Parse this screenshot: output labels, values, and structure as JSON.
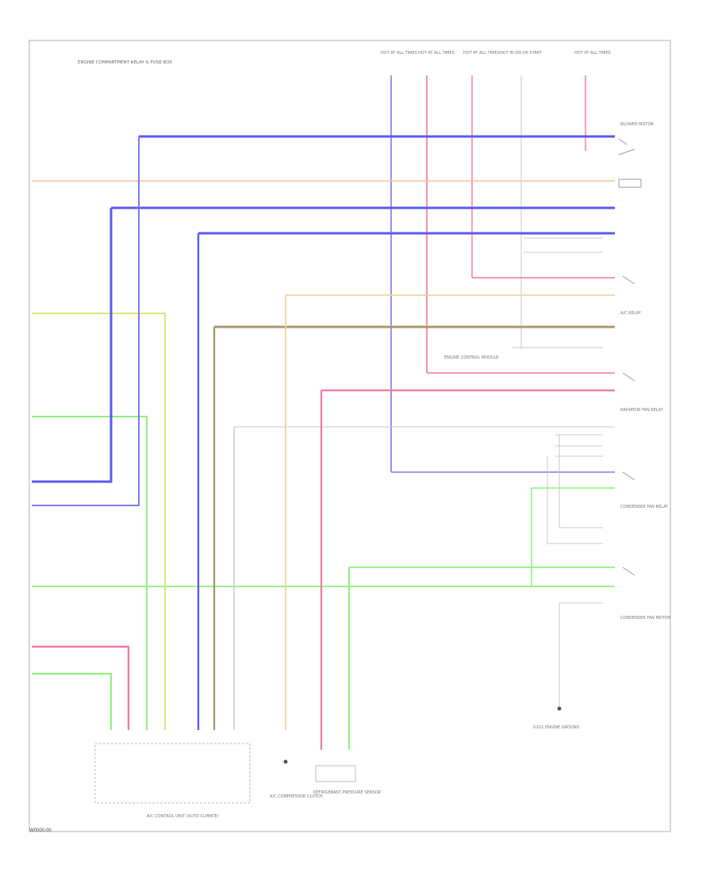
{
  "diagram": {
    "page_label": "W0000-00",
    "blocks": {
      "top_left": "ENGINE COMPARTMENT RELAY & FUSE BOX",
      "bottom_left": "A/C CONTROL UNIT (AUTO CLIMATE)",
      "mid_left": "A/C COMPRESSOR CLUTCH",
      "mid_center": "REFRIGERANT PRESSURE SENSOR",
      "right_1": "BLOWER MOTOR",
      "right_2": "A/C RELAY",
      "right_3": "RADIATOR FAN RELAY",
      "right_4": "CONDENSER FAN RELAY",
      "right_5": "CONDENSER FAN MOTOR",
      "right_6": "G101 ENGINE GROUND",
      "relay_left": "ENGINE CONTROL MODULE"
    },
    "fuse_labels": [
      "HOT AT ALL TIMES",
      "HOT AT ALL TIMES",
      "HOT AT ALL TIMES",
      "HOT IN ON OR START",
      "HOT AT ALL TIMES"
    ],
    "wire_colors": {
      "blue": "#5a5af0",
      "pink": "#f07a9a",
      "orange": "#f0b090",
      "green": "#8ef07a",
      "yellow_green": "#d6e87a",
      "tan": "#e8d8a0",
      "brown": "#a89a70",
      "gray": "#b8b8b8",
      "frame": "#c8c8c8"
    }
  }
}
